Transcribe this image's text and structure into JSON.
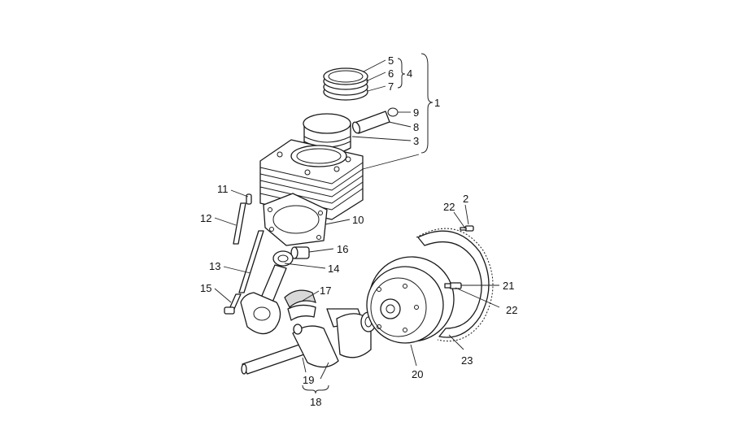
{
  "callouts": [
    {
      "id": "c5",
      "text": "5"
    },
    {
      "id": "c6",
      "text": "6"
    },
    {
      "id": "c7",
      "text": "7"
    },
    {
      "id": "c4",
      "text": "4"
    },
    {
      "id": "c1",
      "text": "1"
    },
    {
      "id": "c9",
      "text": "9"
    },
    {
      "id": "c8",
      "text": "8"
    },
    {
      "id": "c3",
      "text": "3"
    },
    {
      "id": "c11",
      "text": "11"
    },
    {
      "id": "c12",
      "text": "12"
    },
    {
      "id": "c10",
      "text": "10"
    },
    {
      "id": "c16",
      "text": "16"
    },
    {
      "id": "c13",
      "text": "13"
    },
    {
      "id": "c14",
      "text": "14"
    },
    {
      "id": "c15",
      "text": "15"
    },
    {
      "id": "c17",
      "text": "17"
    },
    {
      "id": "c22a",
      "text": "22"
    },
    {
      "id": "c2",
      "text": "2"
    },
    {
      "id": "c21",
      "text": "21"
    },
    {
      "id": "c22b",
      "text": "22"
    },
    {
      "id": "c23",
      "text": "23"
    },
    {
      "id": "c20",
      "text": "20"
    },
    {
      "id": "c19",
      "text": "19"
    },
    {
      "id": "c18",
      "text": "18"
    }
  ]
}
